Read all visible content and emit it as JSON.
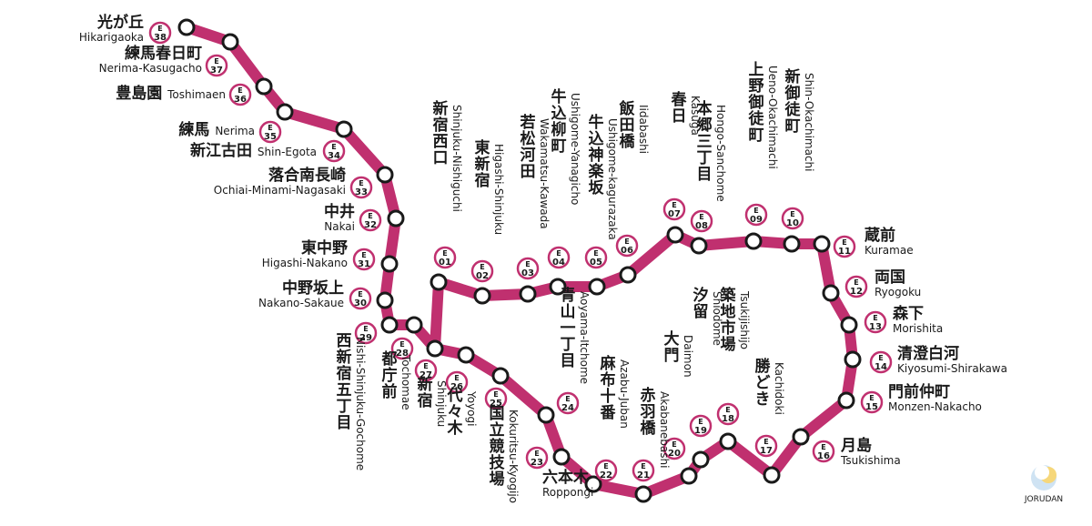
{
  "line_color": "#c0306f",
  "badge_letter": "E",
  "watermark": "JORUDAN",
  "stations": [
    {
      "id": "38",
      "ja": "光が丘",
      "en": "Hikarigaoka"
    },
    {
      "id": "37",
      "ja": "練馬春日町",
      "en": "Nerima-Kasugacho"
    },
    {
      "id": "36",
      "ja": "豊島園",
      "en": "Toshimaen"
    },
    {
      "id": "35",
      "ja": "練馬",
      "en": "Nerima"
    },
    {
      "id": "34",
      "ja": "新江古田",
      "en": "Shin-Egota"
    },
    {
      "id": "33",
      "ja": "落合南長崎",
      "en": "Ochiai-Minami-Nagasaki"
    },
    {
      "id": "32",
      "ja": "中井",
      "en": "Nakai"
    },
    {
      "id": "31",
      "ja": "東中野",
      "en": "Higashi-Nakano"
    },
    {
      "id": "30",
      "ja": "中野坂上",
      "en": "Nakano-Sakaue"
    },
    {
      "id": "29",
      "ja": "西新宿五丁目",
      "en": "Nishi-Shinjuku-Gochome"
    },
    {
      "id": "28",
      "ja": "都庁前",
      "en": "Tochomae"
    },
    {
      "id": "01",
      "ja": "新宿西口",
      "en": "Shinjuku-Nishiguchi"
    },
    {
      "id": "02",
      "ja": "東新宿",
      "en": "Higashi-Shinjuku"
    },
    {
      "id": "03",
      "ja": "若松河田",
      "en": "Wakamatsu-Kawada"
    },
    {
      "id": "04",
      "ja": "牛込柳町",
      "en": "Ushigome-Yanagicho"
    },
    {
      "id": "05",
      "ja": "牛込神楽坂",
      "en": "Ushigome-kagurazaka"
    },
    {
      "id": "06",
      "ja": "飯田橋",
      "en": "Iidabashi"
    },
    {
      "id": "07",
      "ja": "春日",
      "en": "Kasuga"
    },
    {
      "id": "08",
      "ja": "本郷三丁目",
      "en": "Hongo-Sanchome"
    },
    {
      "id": "09",
      "ja": "上野御徒町",
      "en": "Ueno-Okachimachi"
    },
    {
      "id": "10",
      "ja": "新御徒町",
      "en": "Shin-Okachimachi"
    },
    {
      "id": "11",
      "ja": "蔵前",
      "en": "Kuramae"
    },
    {
      "id": "12",
      "ja": "両国",
      "en": "Ryogoku"
    },
    {
      "id": "13",
      "ja": "森下",
      "en": "Morishita"
    },
    {
      "id": "14",
      "ja": "清澄白河",
      "en": "Kiyosumi-Shirakawa"
    },
    {
      "id": "15",
      "ja": "門前仲町",
      "en": "Monzen-Nakacho"
    },
    {
      "id": "16",
      "ja": "月島",
      "en": "Tsukishima"
    },
    {
      "id": "17",
      "ja": "勝どき",
      "en": "Kachidoki"
    },
    {
      "id": "18",
      "ja": "築地市場",
      "en": "Tsukijishijo"
    },
    {
      "id": "19",
      "ja": "汐留",
      "en": "Shiodome"
    },
    {
      "id": "20",
      "ja": "大門",
      "en": "Daimon"
    },
    {
      "id": "21",
      "ja": "赤羽橋",
      "en": "Akabanebashi"
    },
    {
      "id": "22",
      "ja": "麻布十番",
      "en": "Azabu-Juban"
    },
    {
      "id": "23",
      "ja": "六本木",
      "en": "Roppongi"
    },
    {
      "id": "24",
      "ja": "青山一丁目",
      "en": "Aoyama-Itchome"
    },
    {
      "id": "25",
      "ja": "国立競技場",
      "en": "Kokuritsu-Kyogijo"
    },
    {
      "id": "26",
      "ja": "代々木",
      "en": "Yoyogi"
    },
    {
      "id": "27",
      "ja": "新宿",
      "en": "Shinjuku"
    }
  ]
}
